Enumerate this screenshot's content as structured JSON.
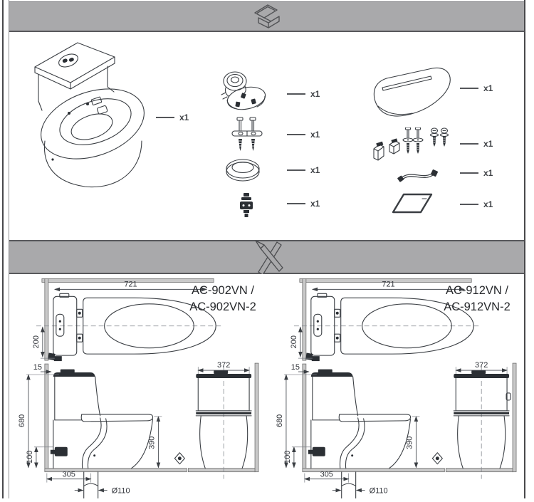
{
  "header": {
    "icon": "open-box-icon"
  },
  "divider": {
    "icon": "pencil-ruler-cross-icon"
  },
  "parts_section": {
    "main_unit": {
      "label": "toilet-unit",
      "qty": "x1"
    },
    "column_middle": [
      {
        "label": "drain-flange-assembly",
        "qty": "x1"
      },
      {
        "label": "floor-fixing-bolts",
        "qty": "x1"
      },
      {
        "label": "wax-ring-seal",
        "qty": "x1"
      },
      {
        "label": "water-inlet-fitting",
        "qty": "x1"
      }
    ],
    "column_right": [
      {
        "label": "seat-and-cover",
        "qty": "x1"
      },
      {
        "label": "seat-mounting-hardware",
        "qty": "x1"
      },
      {
        "label": "supply-hose",
        "qty": "x1"
      },
      {
        "label": "protective-sheet",
        "qty": "x1"
      }
    ]
  },
  "panels": {
    "left": {
      "model_line1": "AC-902VN /",
      "model_line2": "AC-902VN-2",
      "dims": {
        "overall_depth": "721",
        "seat_center": "200",
        "wall_gap": "15",
        "overall_height": "680",
        "inlet_height": "100",
        "rough_in": "305",
        "drain_diameter": "Ø110",
        "rim_height": "390",
        "overall_width": "372"
      }
    },
    "right": {
      "model_line1": "AC-912VN /",
      "model_line2": "AC-912VN-2",
      "dims": {
        "overall_depth": "721",
        "seat_center": "200",
        "wall_gap": "15",
        "overall_height": "680",
        "inlet_height": "100",
        "rough_in": "305",
        "drain_diameter": "Ø110",
        "rim_height": "390",
        "overall_width": "372"
      }
    }
  },
  "colors": {
    "bar_gray": "#a9a9ab",
    "line_dark": "#3a3e43"
  }
}
